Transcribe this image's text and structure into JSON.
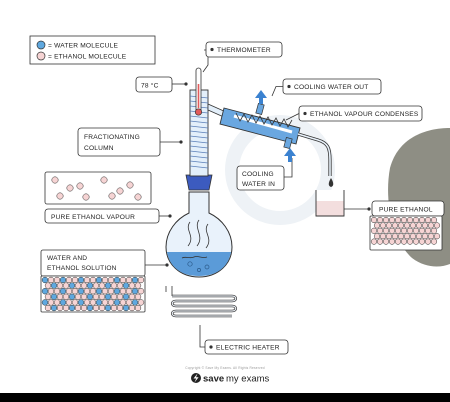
{
  "colors": {
    "water_molecule": "#5fa8df",
    "ethanol_molecule": "#f6d4d4",
    "flask_liquid": "#5b9bd8",
    "condenser_blue": "#6aa7e0",
    "pure_ethanol_liquid": "#f3dede",
    "grey_shape": "#8e8e84",
    "heater_red": "#e25b5b"
  },
  "legend": {
    "water": "= WATER MOLECULE",
    "ethanol": "= ETHANOL MOLECULE"
  },
  "labels": {
    "thermometer": "THERMOMETER",
    "temperature": "78 °C",
    "cooling_water_out": "COOLING WATER OUT",
    "condenses": "ETHANOL VAPOUR CONDENSES",
    "fractionating_line1": "FRACTIONATING",
    "fractionating_line2": "COLUMN",
    "cooling_in_line1": "COOLING",
    "cooling_in_line2": "WATER IN",
    "pure_vapour": "PURE ETHANOL VAPOUR",
    "pure_ethanol": "PURE ETHANOL",
    "solution_line1": "WATER AND",
    "solution_line2": "ETHANOL SOLUTION",
    "heater": "ELECTRIC HEATER"
  },
  "footer": {
    "copyright": "Copyright © Save My Exams. All Rights Reserved",
    "brand_save": "save",
    "brand_exams": "my exams"
  }
}
